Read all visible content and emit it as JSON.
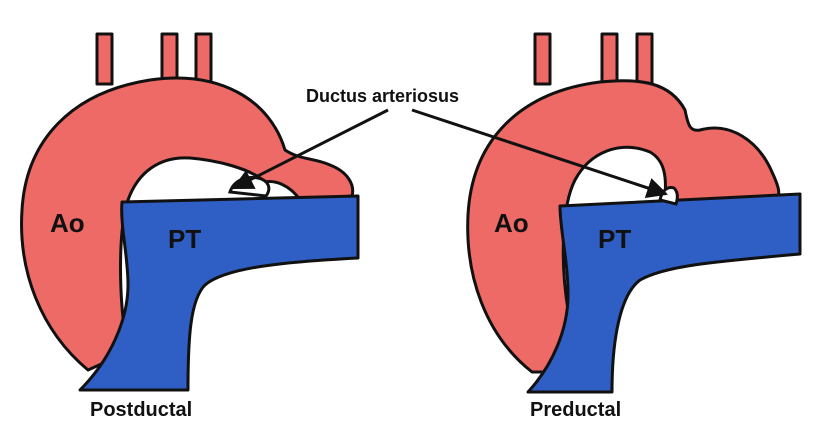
{
  "colors": {
    "aorta": "#ee6a66",
    "pulmonary_trunk": "#2f5fc4",
    "outline": "#111111",
    "background": "#ffffff"
  },
  "callout": {
    "label": "Ductus arteriosus"
  },
  "panels": [
    {
      "vessel_a": "Ao",
      "vessel_b": "PT",
      "caption": "Postductal"
    },
    {
      "vessel_a": "Ao",
      "vessel_b": "PT",
      "caption": "Preductal"
    }
  ]
}
